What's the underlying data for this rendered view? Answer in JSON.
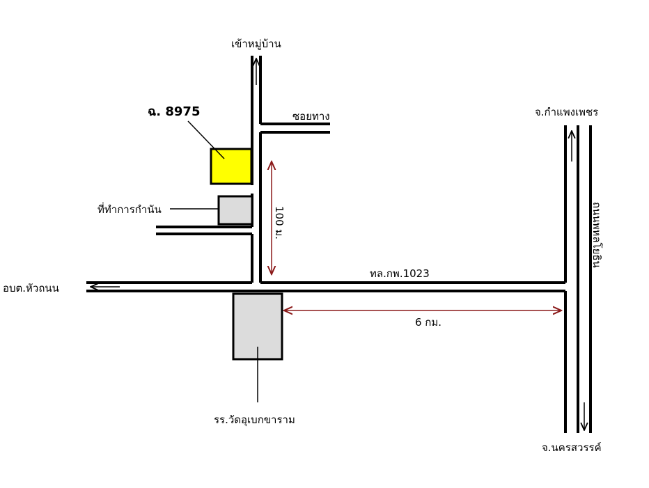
{
  "labels": {
    "village_entrance": "เข้าหมู่บ้าน",
    "plot": "ฉ. 8975",
    "alley": "ซอยทาง",
    "kamnan_office": "ที่ทำการกำนัน",
    "distance_100m": "100 ม.",
    "sao_huathanon": "อบต.หัวถนน",
    "highway": "ทล.กพ.1023",
    "distance_6km": "6 กม.",
    "school": "รร.วัดอุเบกขาราม",
    "kamphaeng_phet": "จ.กำแพงเพชร",
    "phahonyothin": "ถนนพหลโยธิน",
    "nakhon_sawan": "จ.นครสวรรค์"
  },
  "colors": {
    "road": "#000000",
    "plot_fill": "#ffff00",
    "building_fill": "#dcdcdc",
    "dimension": "#8b1a1a"
  }
}
